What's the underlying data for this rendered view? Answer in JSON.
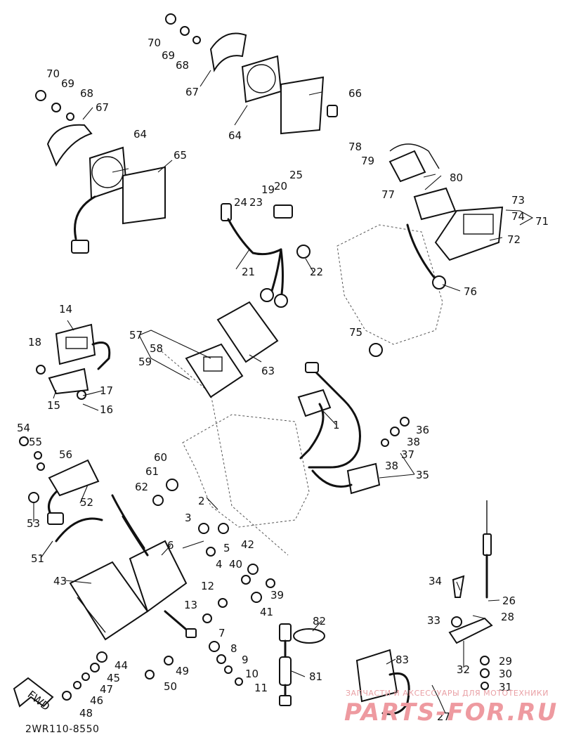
{
  "diagram": {
    "code": "2WR110-8550",
    "direction_label": "FWD",
    "watermark": {
      "line1": "ЗАПЧАСТИ И АКСЕССУАРЫ ДЛЯ МОТОТЕХНИКИ",
      "logo": "PARTS-FOR.RU"
    },
    "callouts": [
      "1",
      "2",
      "3",
      "4",
      "5",
      "6",
      "7",
      "8",
      "9",
      "10",
      "11",
      "12",
      "13",
      "14",
      "15",
      "16",
      "17",
      "18",
      "19",
      "20",
      "21",
      "22",
      "23",
      "24",
      "25",
      "26",
      "27",
      "28",
      "29",
      "30",
      "31",
      "32",
      "33",
      "34",
      "35",
      "36",
      "37",
      "38",
      "39",
      "40",
      "41",
      "42",
      "43",
      "44",
      "45",
      "46",
      "47",
      "48",
      "49",
      "50",
      "51",
      "52",
      "53",
      "54",
      "55",
      "56",
      "57",
      "58",
      "59",
      "60",
      "61",
      "62",
      "63",
      "64",
      "65",
      "66",
      "67",
      "68",
      "69",
      "70",
      "71",
      "72",
      "73",
      "74",
      "75",
      "76",
      "77",
      "78",
      "79",
      "80",
      "81",
      "82",
      "83"
    ]
  }
}
